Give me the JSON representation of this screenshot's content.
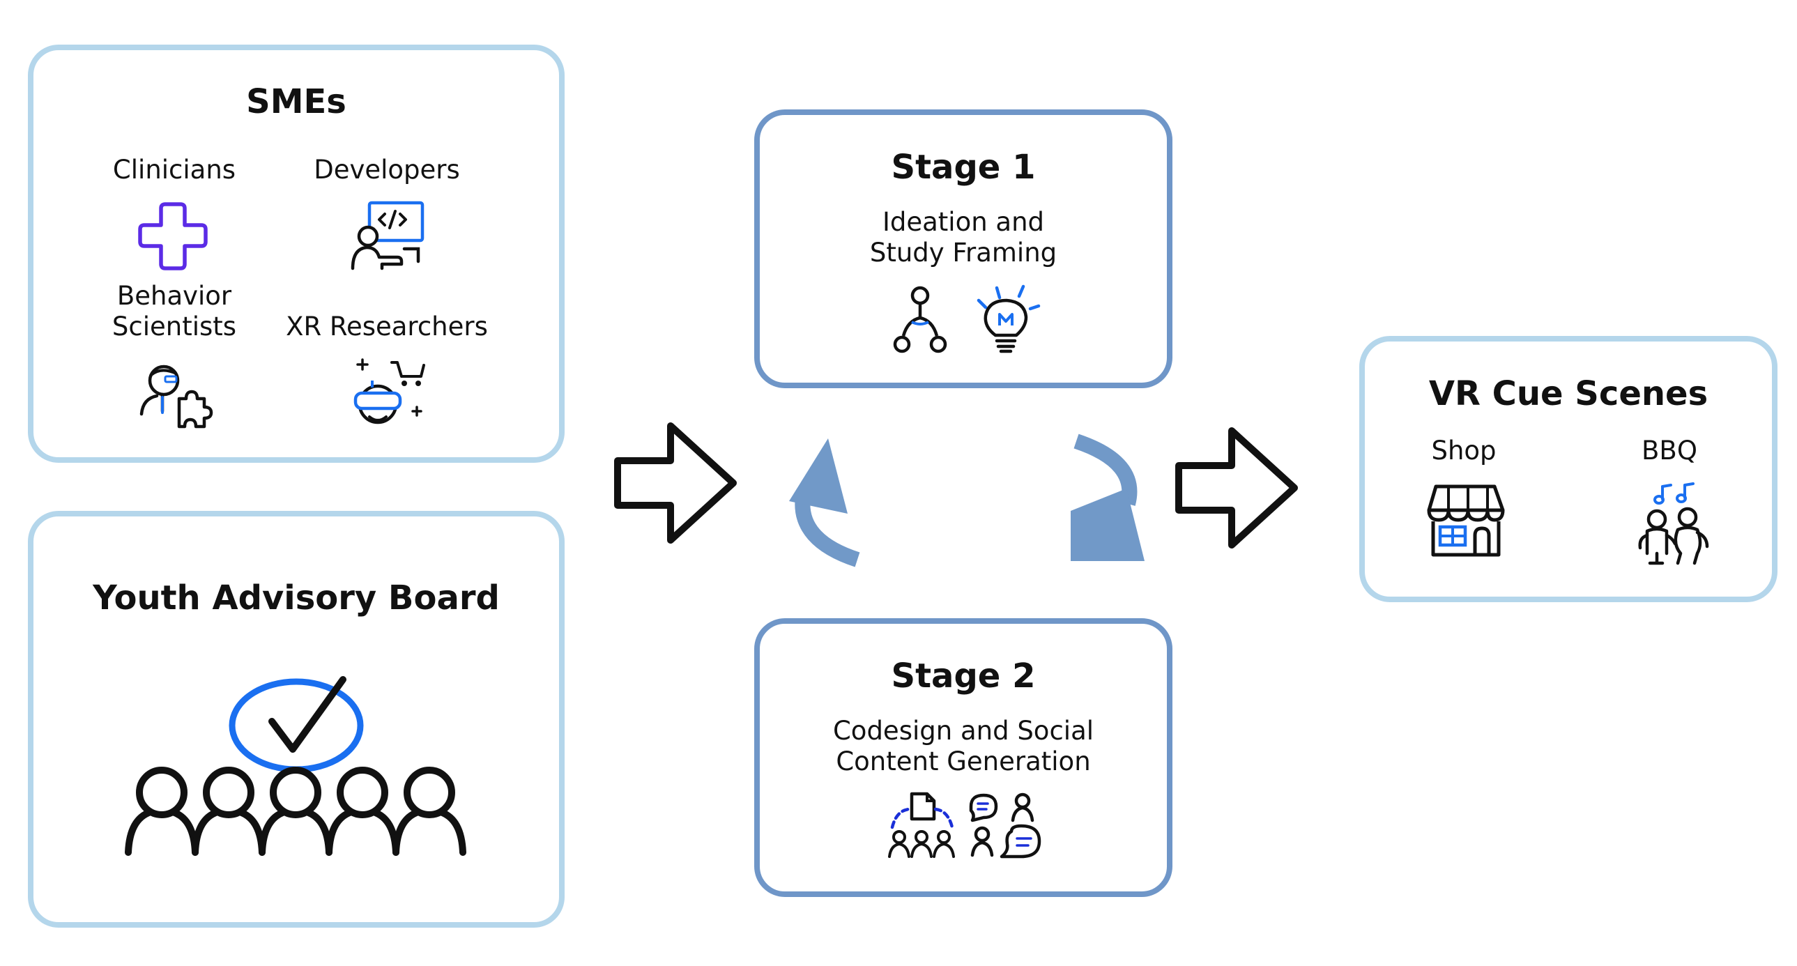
{
  "smes": {
    "title": "SMEs",
    "roles": {
      "clinicians": "Clinicians",
      "developers": "Developers",
      "behavior_line1": "Behavior",
      "behavior_line2": "Scientists",
      "xr": "XR Researchers"
    }
  },
  "yab": {
    "title": "Youth Advisory Board"
  },
  "stage1": {
    "title": "Stage 1",
    "line1": "Ideation and",
    "line2": "Study Framing"
  },
  "stage2": {
    "title": "Stage 2",
    "line1": "Codesign and Social",
    "line2": "Content Generation"
  },
  "vr": {
    "title": "VR Cue Scenes",
    "scenes": {
      "shop": "Shop",
      "bbq": "BBQ"
    }
  },
  "colors": {
    "light_border": "#b4d6eb",
    "stage_border": "#6f96c8",
    "cycle_arrow": "#7199c8",
    "accent_blue": "#1a6ff0",
    "accent_purple": "#5b2be6"
  },
  "icons": [
    "medical-cross-icon",
    "developer-at-screen-icon",
    "scientist-puzzle-icon",
    "vr-headset-shopping-icon",
    "group-approval-check-icon",
    "hierarchy-nodes-icon",
    "lightbulb-idea-icon",
    "group-document-icon",
    "conversation-people-icon",
    "storefront-icon",
    "people-music-icon",
    "flow-arrow-icon",
    "cycle-arrow-icon"
  ]
}
